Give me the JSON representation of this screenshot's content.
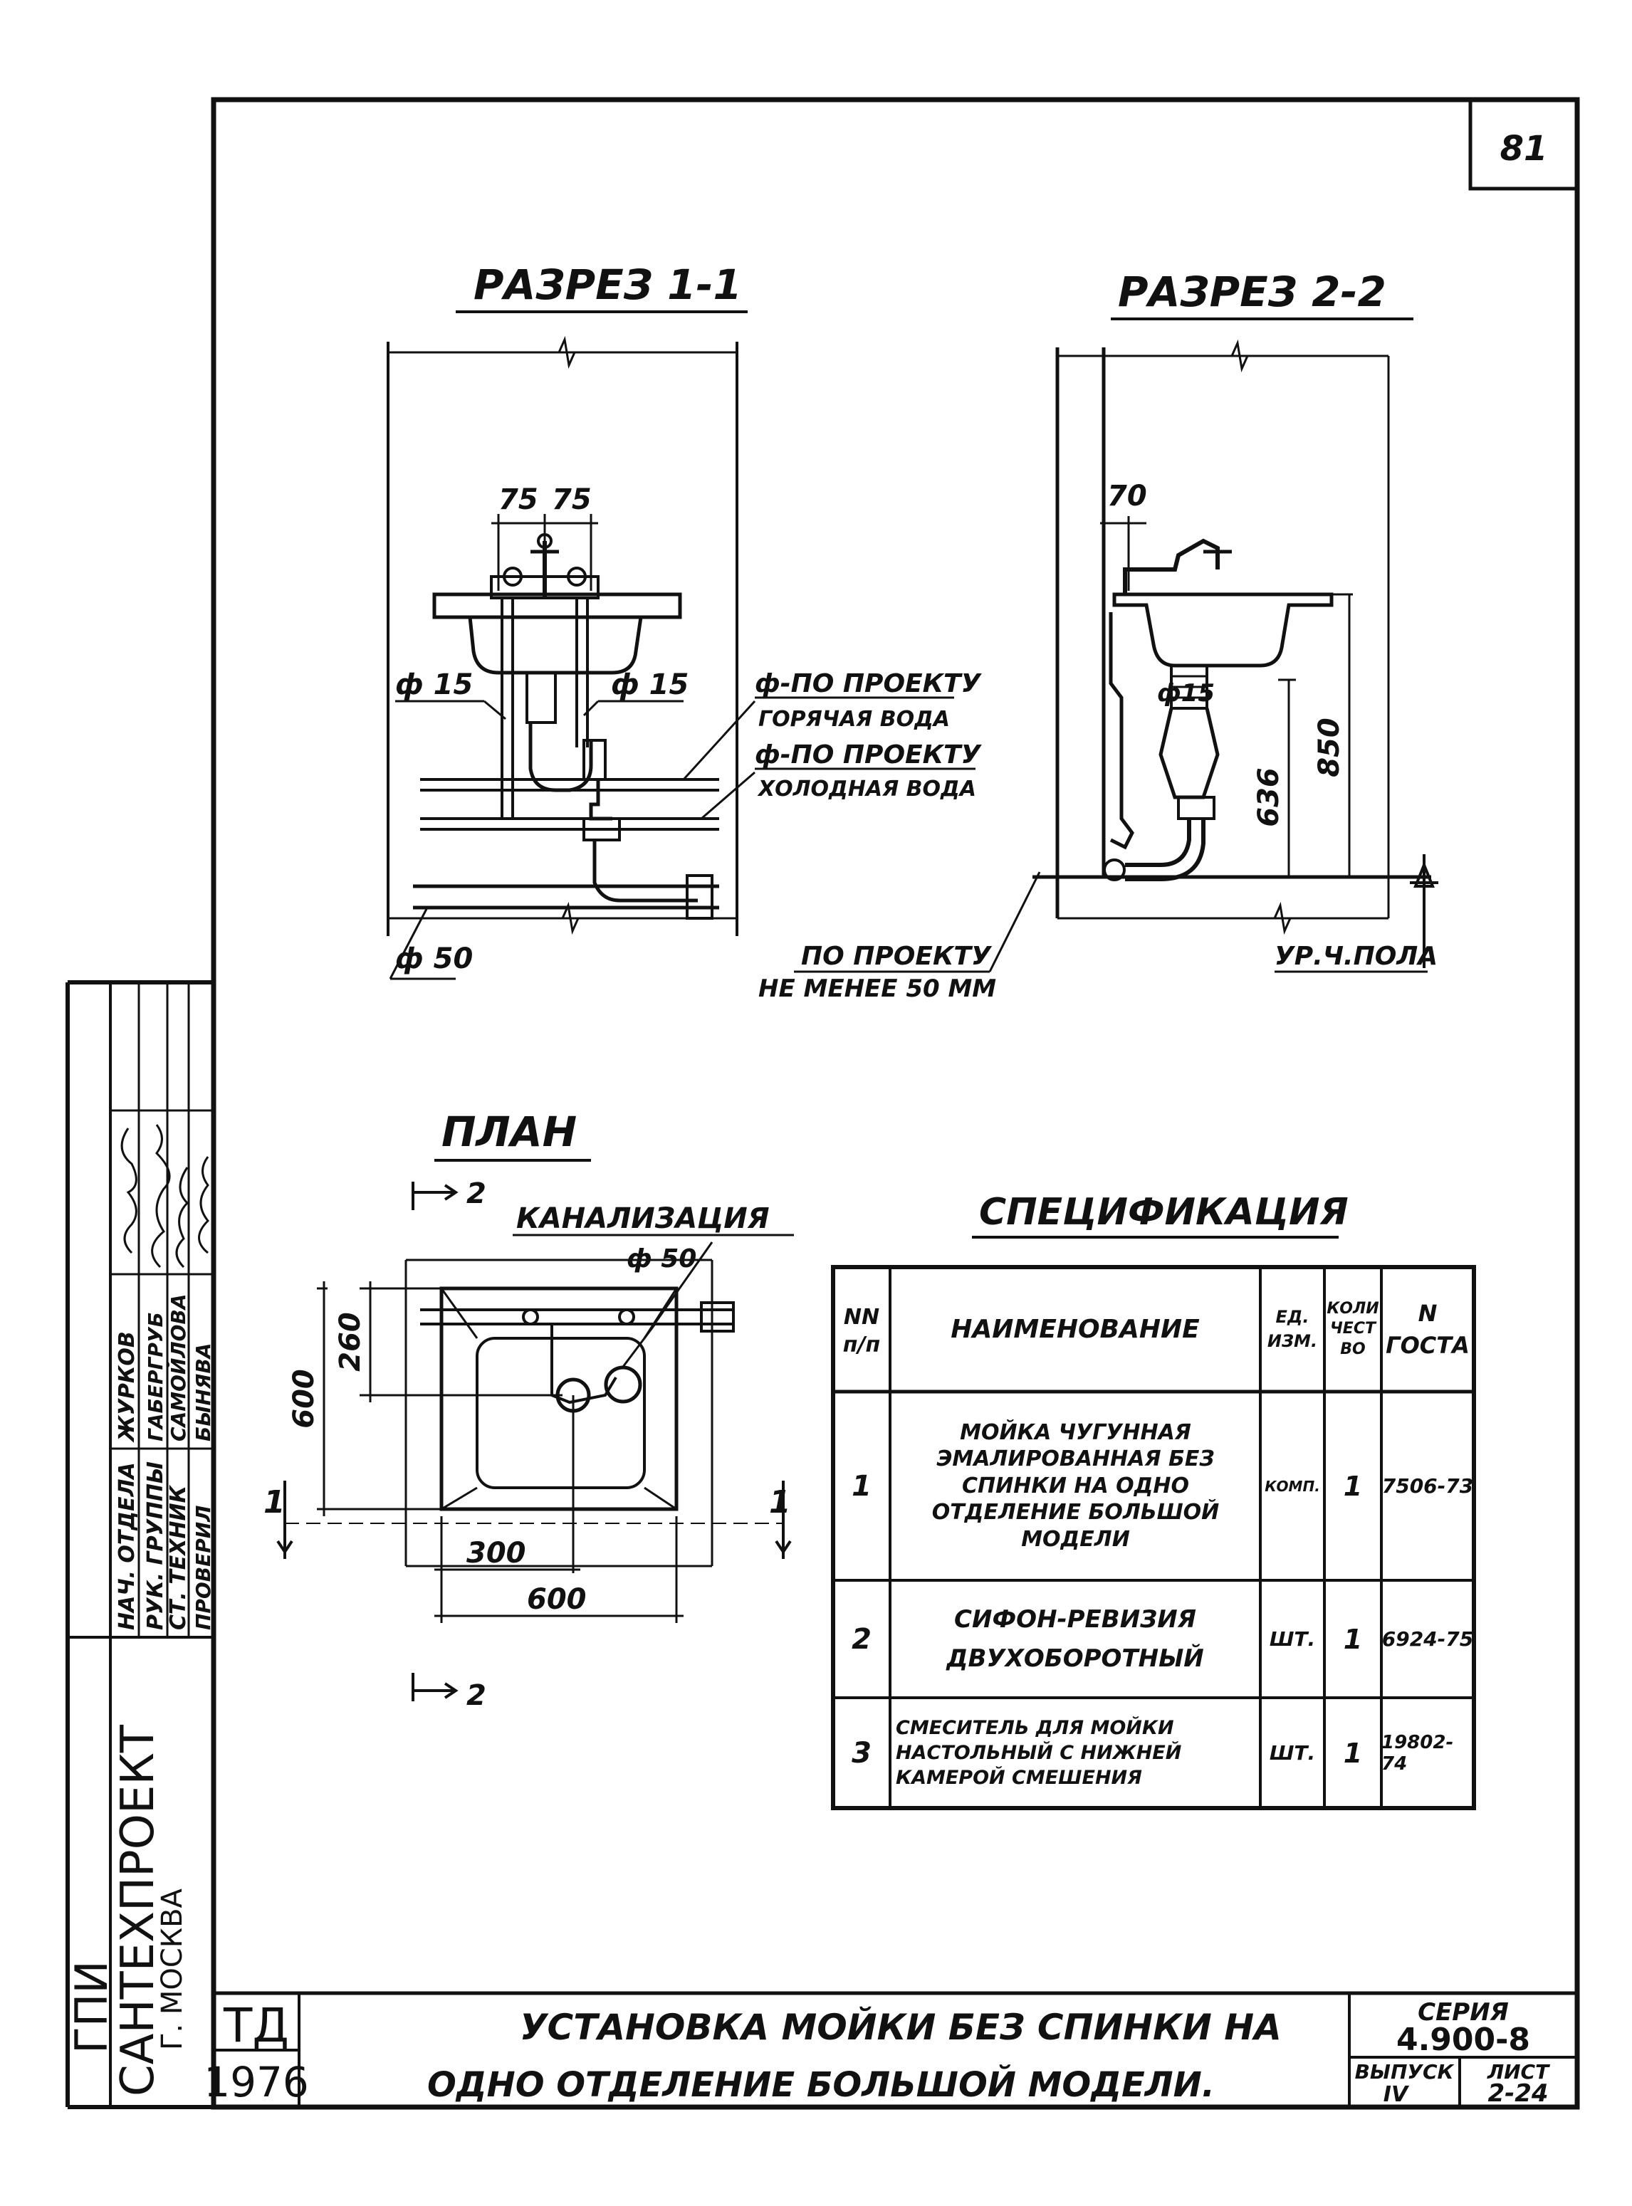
{
  "sheet_number": "81",
  "section_1": {
    "title": "РАЗРЕЗ 1-1",
    "dim_75_left": "75",
    "dim_75_right": "75",
    "pipe_left": "ф 15",
    "pipe_right": "ф 15",
    "pipe_bottom": "ф 50",
    "hot_label_1": "ф-ПО ПРОЕКТУ",
    "hot_label_2": "ГОРЯЧАЯ ВОДА",
    "cold_label_1": "ф-ПО ПРОЕКТУ",
    "cold_label_2": "ХОЛОДНАЯ ВОДА"
  },
  "section_2": {
    "title": "РАЗРЕЗ 2-2",
    "dim_70": "70",
    "pipe": "ф15",
    "dim_636": "636",
    "dim_850": "850",
    "floor_label": "УР.Ч.ПОЛА",
    "note_1": "ПО ПРОЕКТУ",
    "note_2": "НЕ МЕНЕЕ 50 ММ"
  },
  "plan": {
    "title": "ПЛАН",
    "section_mark_2": "2",
    "section_mark_1": "1",
    "sewer_label": "КАНАЛИЗАЦИЯ",
    "sewer_pipe": "ф 50",
    "dim_260": "260",
    "dim_600_vertical": "600",
    "dim_300": "300",
    "dim_600_horizontal": "600"
  },
  "spec": {
    "title": "СПЕЦИФИКАЦИЯ",
    "headers": [
      "NN п/п",
      "НАИМЕНОВАНИЕ",
      "ЕД. ИЗМ.",
      "КОЛИ ЧЕСТ ВО",
      "N ГОСТА"
    ],
    "rows": [
      [
        "1",
        "МОЙКА ЧУГУННАЯ ЭМАЛИРОВАННАЯ БЕЗ СПИНКИ НА ОДНО ОТДЕЛЕНИЕ БОЛЬШОЙ МОДЕЛИ",
        "КОМП.",
        "1",
        "7506-73"
      ],
      [
        "2",
        "СИФОН-РЕВИЗИЯ ДВУХОБОРОТНЫЙ",
        "ШТ.",
        "1",
        "6924-75"
      ],
      [
        "3",
        "СМЕСИТЕЛЬ ДЛЯ МОЙКИ НАСТОЛЬНЫЙ С НИЖНЕЙ КАМЕРОЙ СМЕШЕНИЯ",
        "ШТ.",
        "1",
        "19802-74"
      ]
    ]
  },
  "stamp": {
    "roles": [
      "НАЧ. ОТДЕЛА",
      "РУК. ГРУППЫ",
      "СТ. ТЕХНИК",
      "ПРОВЕРИЛ"
    ],
    "names": [
      "ЖУРКОВ",
      "ГАБЕРГРУБ",
      "САМОЙЛОВА",
      "БЫНЯВА"
    ],
    "org_1": "ГПИ",
    "org_2": "САНТЕХПРОЕКТ",
    "org_3": "Г. МОСКВА",
    "code": "ТД",
    "year": "1976",
    "title_1": "УСТАНОВКА МОЙКИ БЕЗ СПИНКИ НА",
    "title_2": "ОДНО ОТДЕЛЕНИЕ БОЛЬШОЙ МОДЕЛИ.",
    "series_label": "СЕРИЯ",
    "series_value": "4.900-8",
    "issue_label": "ВЫПУСК",
    "issue_value": "IV",
    "sheet_label": "ЛИСТ",
    "sheet_value": "2-24"
  }
}
